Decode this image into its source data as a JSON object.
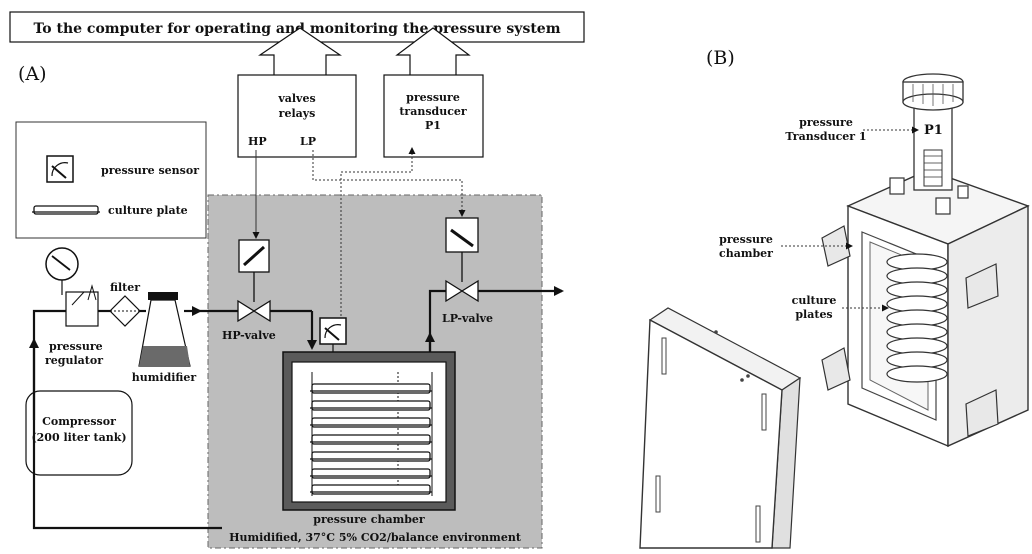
{
  "header": {
    "title": "To the computer for operating and monitoring the pressure system"
  },
  "panel_a": {
    "label": "(A)",
    "legend": {
      "pressure_sensor": "pressure sensor",
      "culture_plate": "culture plate"
    },
    "valves_box": {
      "line1": "valves",
      "line2": "relays",
      "hp": "HP",
      "lp": "LP"
    },
    "transducer_box": {
      "line1": "pressure",
      "line2": "transducer",
      "line3": "P1"
    },
    "filter": "filter",
    "regulator": {
      "line1": "pressure",
      "line2": "regulator"
    },
    "humidifier": "humidifier",
    "compressor": {
      "line1": "Compressor",
      "line2": "(200 liter tank)"
    },
    "hp_valve": "HP-valve",
    "lp_valve": "LP-valve",
    "chamber_label": "pressure chamber",
    "environment": "Humidified, 37°C  5% CO2/balance environment"
  },
  "panel_b": {
    "label": "(B)",
    "transducer": {
      "line1": "pressure",
      "line2": "Transducer 1",
      "tag": "P1"
    },
    "chamber": {
      "line1": "pressure",
      "line2": "chamber"
    },
    "plates": {
      "line1": "culture",
      "line2": "plates"
    }
  }
}
